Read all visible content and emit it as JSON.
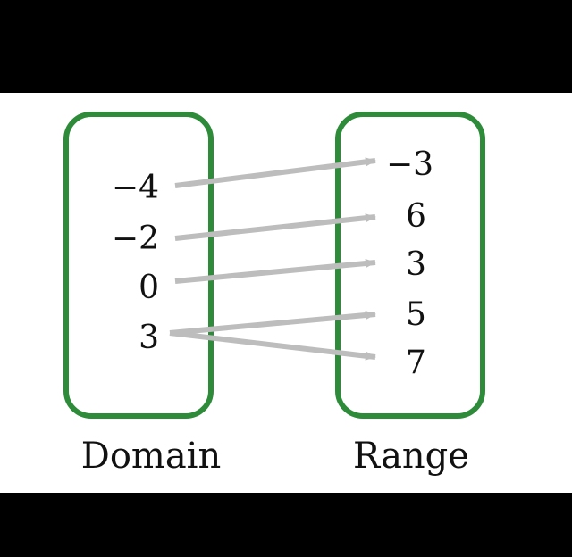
{
  "colors": {
    "frame": "#000000",
    "background": "#ffffff",
    "oval_stroke": "#2e8b3a",
    "arrow": "#bdbdbd",
    "text": "#111111"
  },
  "domain": {
    "label": "Domain",
    "values": [
      "−4",
      "−2",
      "0",
      "3"
    ]
  },
  "range": {
    "label": "Range",
    "values": [
      "−3",
      "6",
      "3",
      "5",
      "7"
    ]
  },
  "mappings": [
    {
      "from": 0,
      "to": 0
    },
    {
      "from": 1,
      "to": 1
    },
    {
      "from": 2,
      "to": 2
    },
    {
      "from": 3,
      "to": 3
    },
    {
      "from": 3,
      "to": 4
    }
  ]
}
